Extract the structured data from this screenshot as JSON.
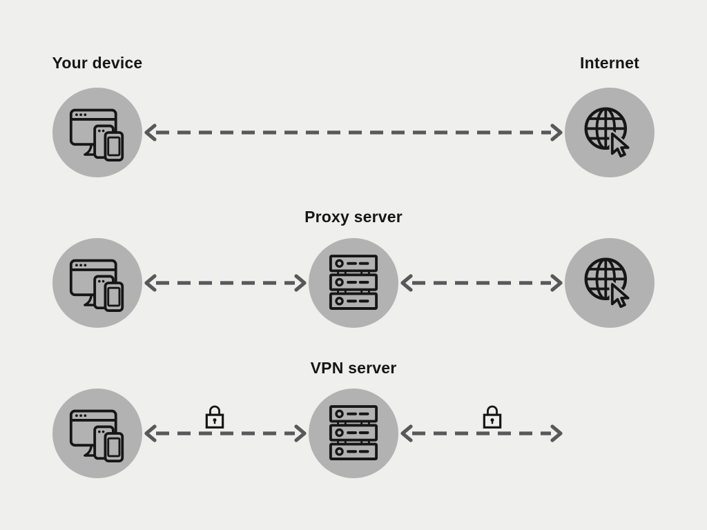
{
  "labels": {
    "your_device": "Your device",
    "internet": "Internet",
    "proxy_server": "Proxy server",
    "vpn_server": "VPN server"
  },
  "colors": {
    "background": "#efefee",
    "circle": "#b2b2b2",
    "icon": "#161616",
    "arrow": "#58585a",
    "text": "#161616"
  },
  "icons": {
    "device": "devices-icon",
    "internet": "globe-cursor-icon",
    "server": "server-rack-icon",
    "encryption": "padlock-icon"
  },
  "structure": {
    "rows": [
      {
        "id": "direct",
        "left_node": "your-device",
        "right_node": "internet",
        "middle_node": null,
        "encrypted": false
      },
      {
        "id": "proxy",
        "left_node": "your-device",
        "middle_node": "proxy-server",
        "right_node": "internet",
        "encrypted": false
      },
      {
        "id": "vpn",
        "left_node": "your-device",
        "middle_node": "vpn-server",
        "right_node": "internet",
        "encrypted": true
      }
    ]
  }
}
